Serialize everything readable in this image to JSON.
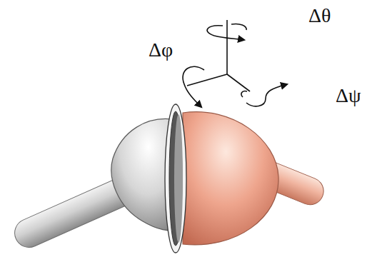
{
  "diagram": {
    "labels": [
      "Δθ",
      "Δφ",
      "Δψ"
    ]
  }
}
